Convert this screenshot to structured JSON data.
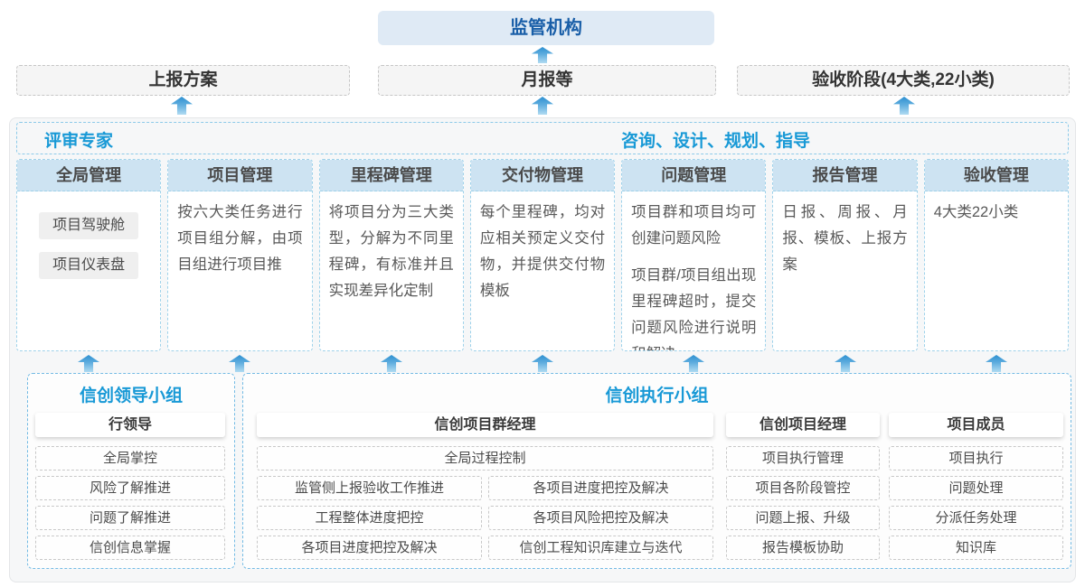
{
  "colors": {
    "accent_blue": "#1899d6",
    "dark_blue": "#1a5fa8",
    "header_fill": "#cde3f2",
    "regulator_fill": "#dfeaf5",
    "arrow_blue": "#2d90d1"
  },
  "icons": {
    "flow_arrow": "arrow-up"
  },
  "top": {
    "regulator_label": "监管机构",
    "report_boxes": [
      "上报方案",
      "月报等",
      "验收阶段(4大类,22小类)"
    ]
  },
  "platform": {
    "experts_label": "评审专家",
    "consult_label": "咨询、设计、规划、指导",
    "columns": [
      {
        "title": "全局管理",
        "buttons": [
          "项目驾驶舱",
          "项目仪表盘"
        ]
      },
      {
        "title": "项目管理",
        "paragraphs": [
          "按六大类任务进行项目组分解，由项目组进行项目推"
        ]
      },
      {
        "title": "里程碑管理",
        "paragraphs": [
          "将项目分为三大类型，分解为不同里程碑，有标准并且实现差异化定制"
        ]
      },
      {
        "title": "交付物管理",
        "paragraphs": [
          "每个里程碑，均对应相关预定义交付物，并提供交付物模板"
        ]
      },
      {
        "title": "问题管理",
        "paragraphs": [
          "项目群和项目均可创建问题风险",
          "项目群/项目组出现里程碑超时，提交问题风险进行说明和解决"
        ]
      },
      {
        "title": "报告管理",
        "paragraphs": [
          "日报、周报、月报、模板、上报方案"
        ]
      },
      {
        "title": "验收管理",
        "paragraphs": [
          "4大类22小类"
        ]
      }
    ]
  },
  "groups": {
    "leader": {
      "title": "信创领导小组",
      "role": "行领导",
      "items": [
        "全局掌控",
        "风险了解推进",
        "问题了解推进",
        "信创信息掌握"
      ]
    },
    "executor": {
      "title": "信创执行小组",
      "program_manager": {
        "role": "信创项目群经理",
        "full_item": "全局过程控制",
        "left_items": [
          "监管侧上报验收工作推进",
          "工程整体进度把控",
          "各项目进度把控及解决"
        ],
        "right_items": [
          "各项目进度把控及解决",
          "各项目风险把控及解决",
          "信创工程知识库建立与迭代"
        ]
      },
      "project_manager": {
        "role": "信创项目经理",
        "items": [
          "项目执行管理",
          "项目各阶段管控",
          "问题上报、升级",
          "报告模板协助"
        ]
      },
      "member": {
        "role": "项目成员",
        "items": [
          "项目执行",
          "问题处理",
          "分派任务处理",
          "知识库"
        ]
      }
    }
  }
}
